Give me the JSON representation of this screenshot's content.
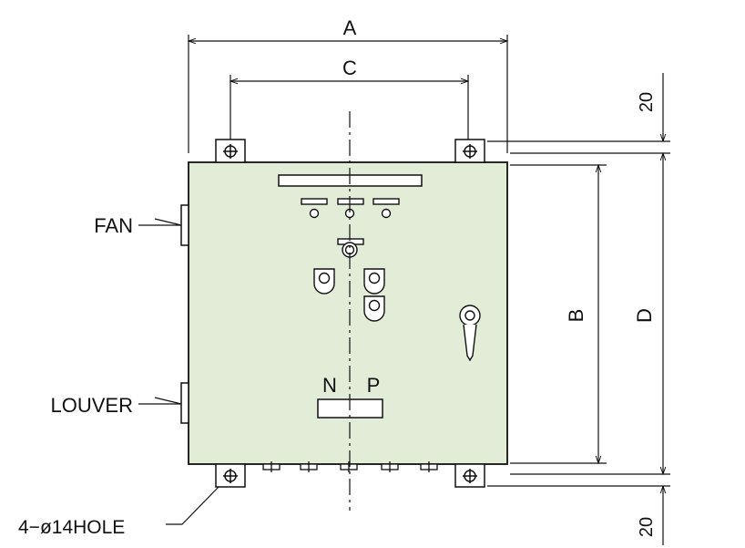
{
  "labels": {
    "dim_a": "A",
    "dim_b": "B",
    "dim_c": "C",
    "dim_d": "D",
    "dim_top_20": "20",
    "dim_bottom_20": "20",
    "fan": "FAN",
    "louver": "LOUVER",
    "hole": "4−ø14HOLE",
    "terminal_n": "N",
    "terminal_p": "P"
  },
  "colors": {
    "panel_fill": "#e3ecd7",
    "line": "#111111",
    "background": "#ffffff"
  }
}
